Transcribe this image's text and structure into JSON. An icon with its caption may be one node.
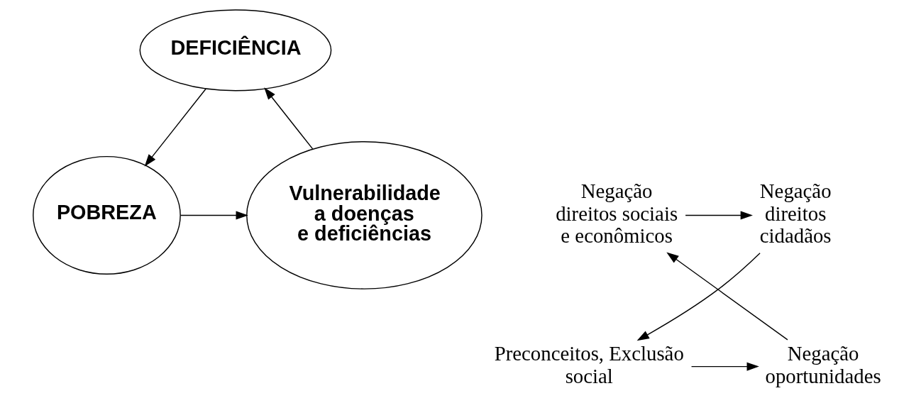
{
  "diagram": {
    "nodes": [
      {
        "text": [
          "DEFICIÊNCIA"
        ]
      },
      {
        "text": [
          "Preconceitos, Exclusão social"
        ]
      },
      {
        "text": [
          "Negação oportunidades"
        ]
      },
      {
        "text": [
          "Vulnerabilidade a doenças e deficiências"
        ]
      },
      {
        "text": [
          "Negação direitos cidadãos"
        ]
      },
      {
        "text": [
          "Negação direitos sociais e econômicos"
        ]
      },
      {
        "text": [
          "POBREZA"
        ]
      }
    ],
    "edges": [
      {
        "from": 3,
        "to": 0,
        "arrow": "to"
      },
      {
        "from": 0,
        "to": 6,
        "arrow": "to"
      },
      {
        "from": 6,
        "to": 3,
        "arrow": "to"
      },
      {
        "from": 1,
        "to": 2,
        "arrow": "to"
      },
      {
        "from": 2,
        "to": 5,
        "arrow": "to"
      },
      {
        "from": 5,
        "to": 4,
        "arrow": "to"
      },
      {
        "from": 4,
        "to": 1,
        "arrow": "to"
      }
    ]
  }
}
